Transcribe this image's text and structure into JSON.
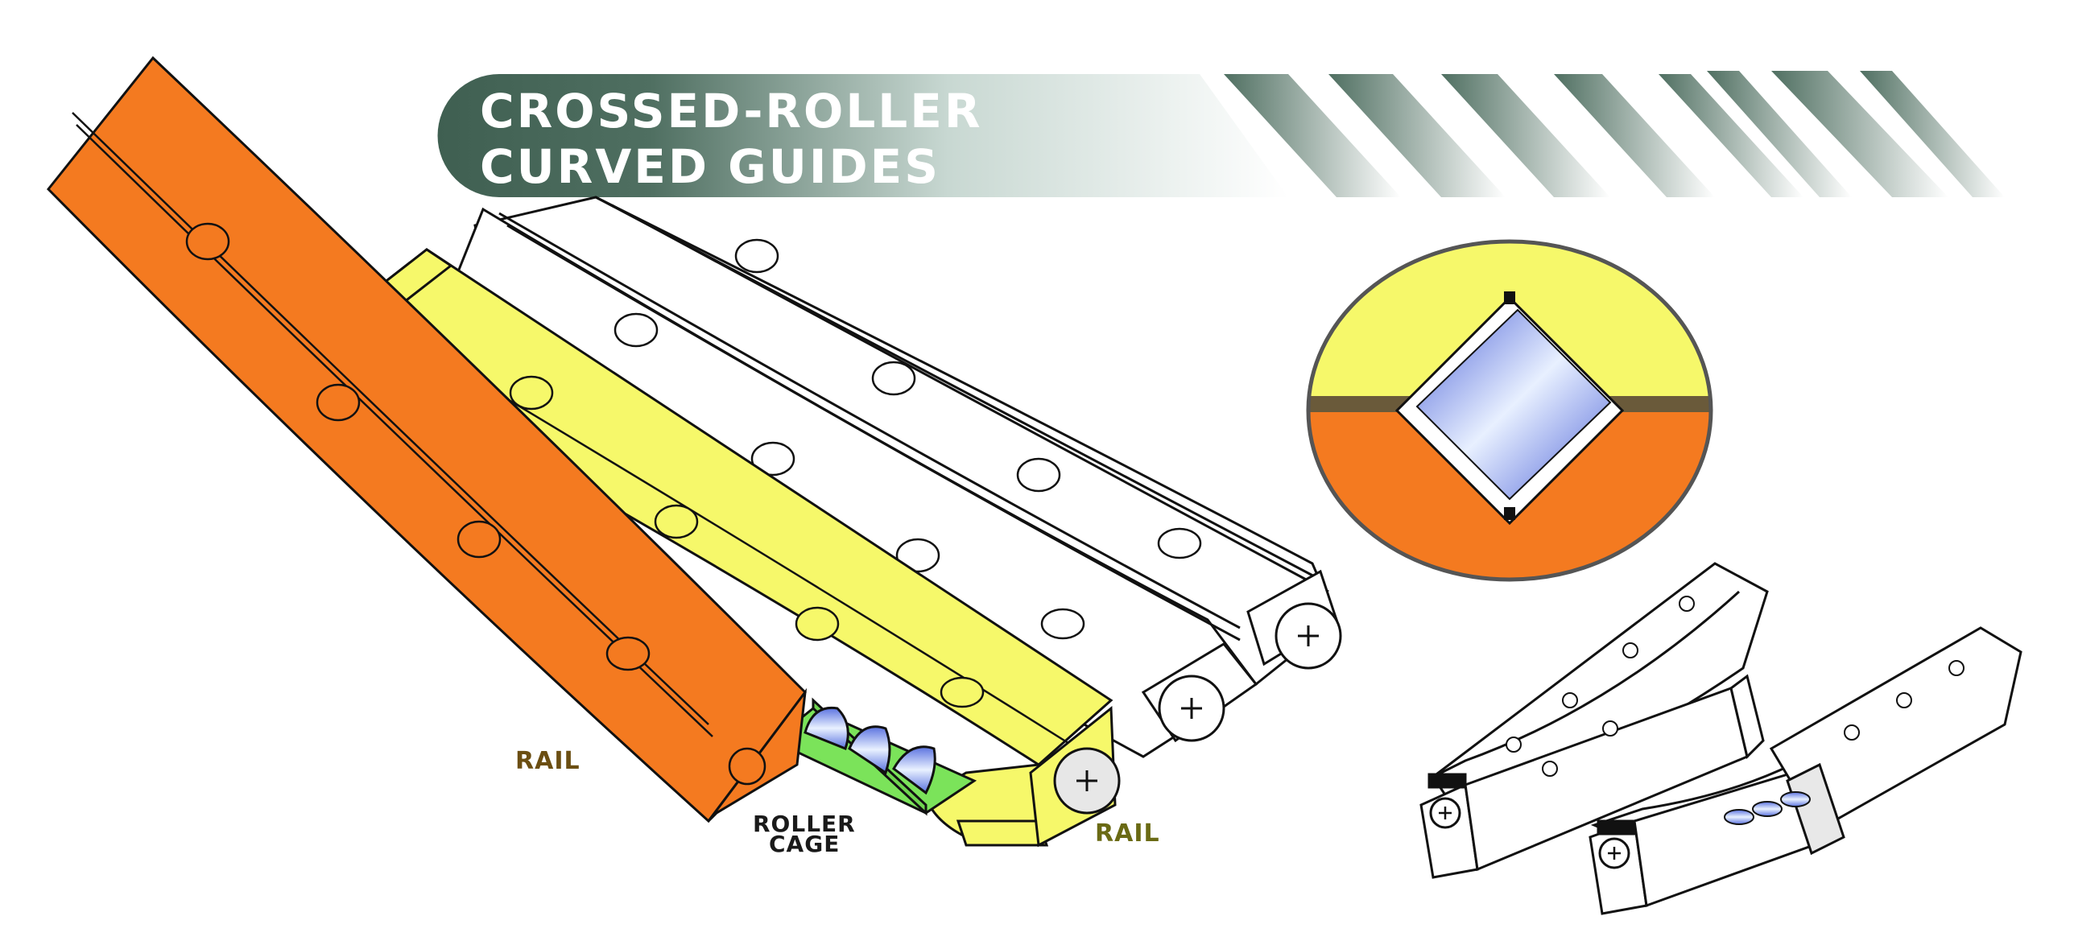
{
  "banner": {
    "title_line1": "CROSSED-ROLLER",
    "title_line2": "CURVED GUIDES"
  },
  "labels": {
    "rail_left": "RAIL",
    "roller_cage_line1": "ROLLER",
    "roller_cage_line2": "CAGE",
    "rail_right": "RAIL"
  },
  "colors": {
    "banner_dark": "#3f5f51",
    "outer_rail": "#f47a20",
    "inner_rail": "#f6f86a",
    "roller_cage": "#7be35a",
    "roller": "#6f86e6",
    "label_rail_left": "#6b4e12",
    "label_rail_right": "#6a6a14",
    "label_cage": "#1a1a1a"
  },
  "icons": {
    "phillips_screw": "screw-icon"
  }
}
